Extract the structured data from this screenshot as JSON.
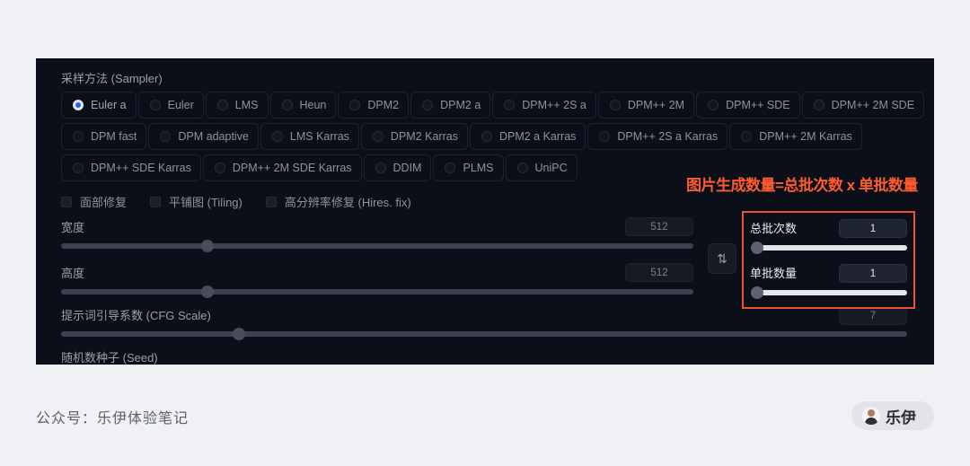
{
  "sampler": {
    "label": "采样方法 (Sampler)",
    "rows": [
      [
        "Euler a",
        "Euler",
        "LMS",
        "Heun",
        "DPM2",
        "DPM2 a",
        "DPM++ 2S a",
        "DPM++ 2M",
        "DPM++ SDE",
        "DPM++ 2M SDE"
      ],
      [
        "DPM fast",
        "DPM adaptive",
        "LMS Karras",
        "DPM2 Karras",
        "DPM2 a Karras",
        "DPM++ 2S a Karras",
        "DPM++ 2M Karras"
      ],
      [
        "DPM++ SDE Karras",
        "DPM++ 2M SDE Karras",
        "DDIM",
        "PLMS",
        "UniPC"
      ]
    ],
    "selected": "Euler a"
  },
  "options": {
    "face_restore": "面部修复",
    "tiling": "平铺图 (Tiling)",
    "hires_fix": "高分辨率修复 (Hires. fix)"
  },
  "width": {
    "label": "宽度",
    "value": "512",
    "fraction": 0.232
  },
  "height": {
    "label": "高度",
    "value": "512",
    "fraction": 0.232
  },
  "swap_icon": "⇅",
  "batch_count": {
    "label": "总批次数",
    "value": "1",
    "fraction": 0.0
  },
  "batch_size": {
    "label": "单批数量",
    "value": "1",
    "fraction": 0.0
  },
  "cfg": {
    "label": "提示词引导系数 (CFG Scale)",
    "value": "7",
    "fraction": 0.21
  },
  "seed": {
    "label": "随机数种子 (Seed)"
  },
  "annotation": "图片生成数量=总批次数 x 单批数量",
  "footer": {
    "text": "公众号：乐伊体验笔记",
    "author": "乐伊"
  },
  "colors": {
    "panel_bg": "#0b0f19",
    "accent": "#2563eb",
    "highlight": "#f0522e"
  }
}
